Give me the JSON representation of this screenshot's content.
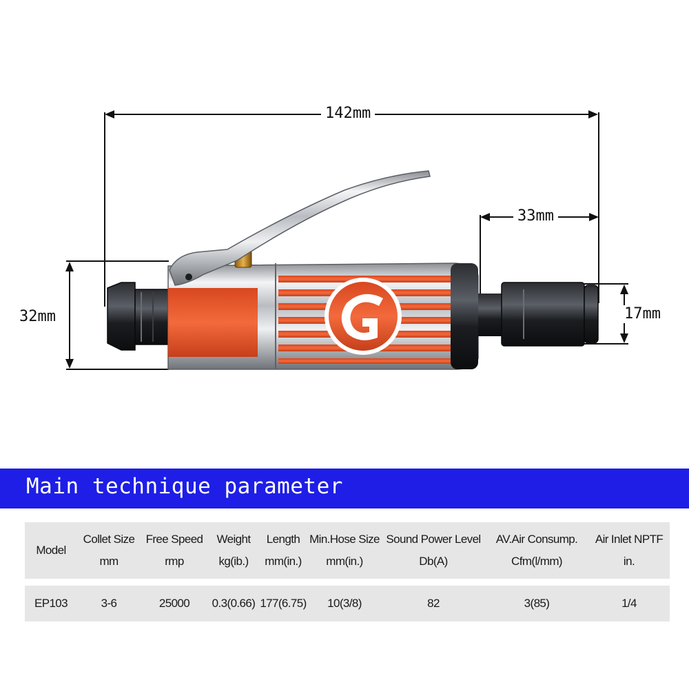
{
  "dimensions": {
    "overall_length": "142mm",
    "spindle_length": "33mm",
    "body_diameter": "32mm",
    "spindle_diameter": "17mm"
  },
  "colors": {
    "banner": "#1e1ee6",
    "accent_orange": "#ef5a2f",
    "table_bg": "#e6e6e6"
  },
  "banner": {
    "title": "Main technique parameter"
  },
  "table": {
    "headers": [
      {
        "line1": "",
        "line2": "Model"
      },
      {
        "line1": "Collet Size",
        "line2": "mm"
      },
      {
        "line1": "Free Speed",
        "line2": "rmp"
      },
      {
        "line1": "Weight",
        "line2": "kg(ib.)"
      },
      {
        "line1": "Length",
        "line2": "mm(in.)"
      },
      {
        "line1": "Min.Hose Size",
        "line2": "mm(in.)"
      },
      {
        "line1": "Sound Power Level",
        "line2": "Db(A)"
      },
      {
        "line1": "AV.Air Consump.",
        "line2": "Cfm(l/mm)"
      },
      {
        "line1": "Air Inlet NPTF",
        "line2": "in."
      }
    ],
    "rows": [
      [
        "EP103",
        "3-6",
        "25000",
        "0.3(0.66)",
        "177(6.75)",
        "10(3/8)",
        "82",
        "3(85)",
        "1/4"
      ]
    ]
  }
}
